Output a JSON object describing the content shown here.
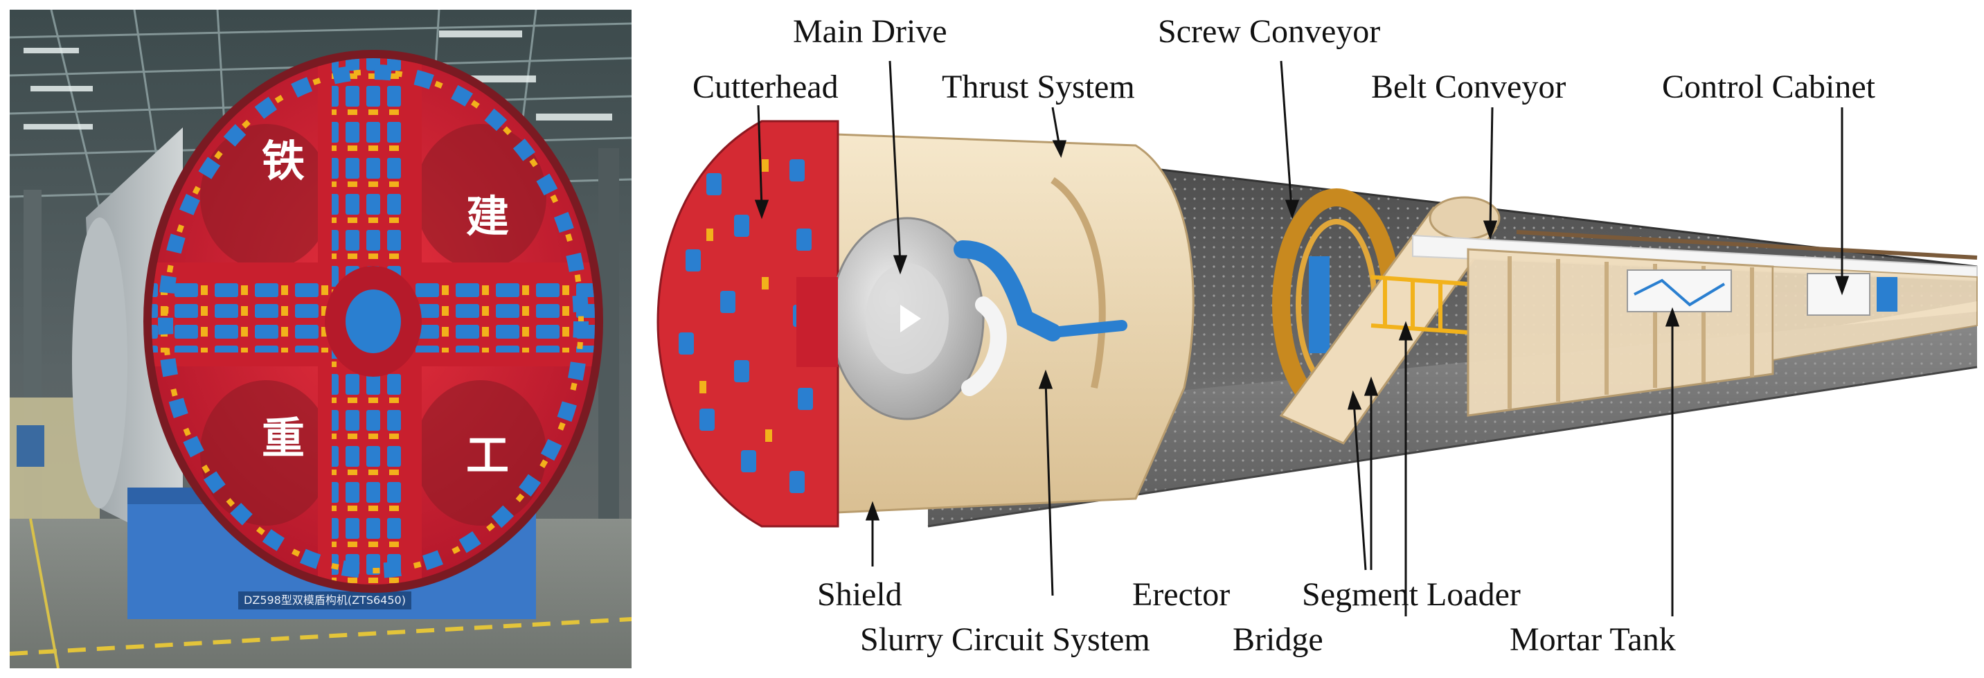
{
  "photo": {
    "machine_characters": [
      "铁",
      "建",
      "重",
      "工"
    ],
    "nameplate": "DZ598型双模盾构机(ZTS6450)"
  },
  "labels": {
    "main_drive": "Main Drive",
    "screw_conveyor": "Screw Conveyor",
    "cutterhead": "Cutterhead",
    "thrust_system": "Thrust System",
    "belt_conveyor": "Belt Conveyor",
    "control_cabinet": "Control Cabinet",
    "shield": "Shield",
    "erector": "Erector",
    "segment_loader": "Segment Loader",
    "slurry_circuit_system": "Slurry Circuit System",
    "bridge": "Bridge",
    "mortar_tank": "Mortar Tank"
  },
  "colors": {
    "cutter_red": "#d42a33",
    "tool_blue": "#2a7fd0",
    "shield_cream": "#efdcbc",
    "tunnel_gray": "#6a6a6a",
    "base_blue": "#3a78c8",
    "accent_yellow": "#f2b21b"
  }
}
